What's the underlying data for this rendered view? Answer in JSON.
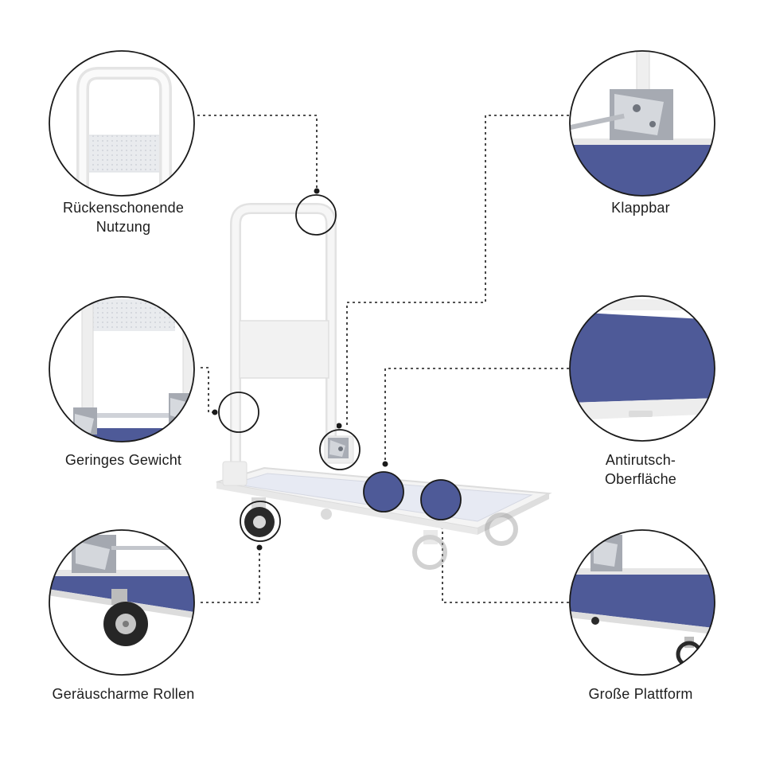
{
  "features": {
    "back": {
      "line1": "Rückenschonende",
      "line2": "Nutzung"
    },
    "weight": {
      "line1": "Geringes Gewicht"
    },
    "wheels": {
      "line1": "Geräuscharme Rollen"
    },
    "foldable": {
      "line1": "Klappbar"
    },
    "antislip": {
      "line1": "Antirutsch-",
      "line2": "Oberfläche"
    },
    "platform": {
      "line1": "Große Plattform"
    }
  },
  "colors": {
    "deck_blue": "#4e5a98",
    "frame_white": "#f4f4f4",
    "outline": "#1a1a1a",
    "metal": "#b8bcc4"
  }
}
